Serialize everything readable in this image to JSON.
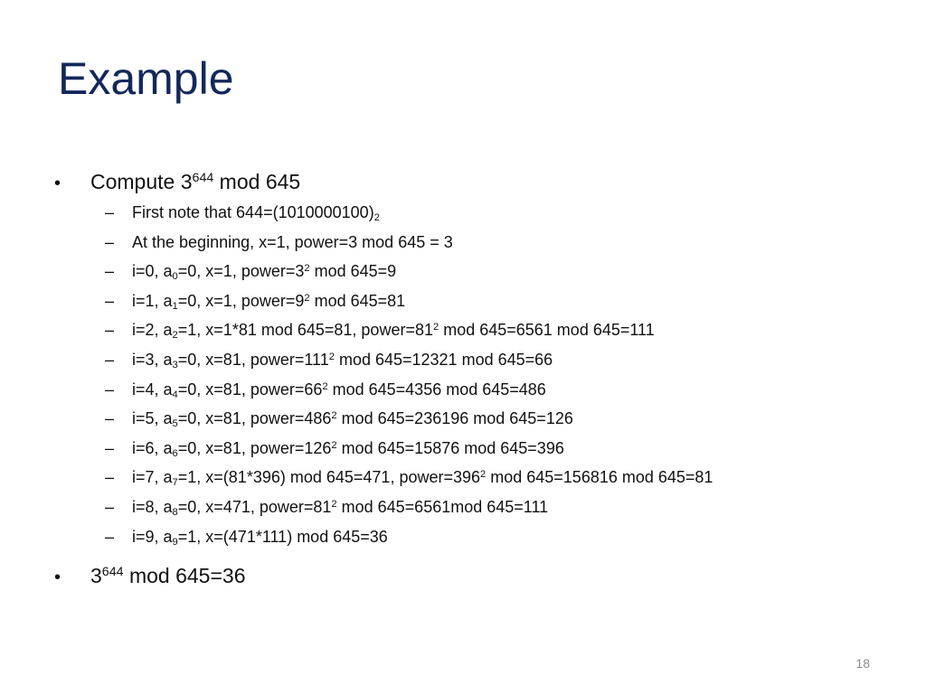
{
  "title": "Example",
  "bullet1": {
    "symbol": "•",
    "pre": "Compute 3",
    "sup": "644",
    "post": " mod 645"
  },
  "sub_items": [
    {
      "dash": "–",
      "segments": [
        {
          "t": "text",
          "v": "First note that 644=(1010000100)"
        },
        {
          "t": "sub",
          "v": "2"
        }
      ]
    },
    {
      "dash": "–",
      "segments": [
        {
          "t": "text",
          "v": "At the beginning, x=1, power=3 mod 645 = 3"
        }
      ]
    },
    {
      "dash": "–",
      "segments": [
        {
          "t": "text",
          "v": "i=0, a"
        },
        {
          "t": "sub",
          "v": "0"
        },
        {
          "t": "text",
          "v": "=0, x=1, power=3"
        },
        {
          "t": "sup",
          "v": "2"
        },
        {
          "t": "text",
          "v": " mod 645=9"
        }
      ]
    },
    {
      "dash": "–",
      "segments": [
        {
          "t": "text",
          "v": "i=1, a"
        },
        {
          "t": "sub",
          "v": "1"
        },
        {
          "t": "text",
          "v": "=0, x=1, power=9"
        },
        {
          "t": "sup",
          "v": "2"
        },
        {
          "t": "text",
          "v": " mod 645=81"
        }
      ]
    },
    {
      "dash": "–",
      "segments": [
        {
          "t": "text",
          "v": "i=2, a"
        },
        {
          "t": "sub",
          "v": "2"
        },
        {
          "t": "text",
          "v": "=1, x=1*81 mod 645=81, power=81"
        },
        {
          "t": "sup",
          "v": "2"
        },
        {
          "t": "text",
          "v": " mod 645=6561 mod 645=111"
        }
      ]
    },
    {
      "dash": "–",
      "segments": [
        {
          "t": "text",
          "v": "i=3, a"
        },
        {
          "t": "sub",
          "v": "3"
        },
        {
          "t": "text",
          "v": "=0, x=81, power=111"
        },
        {
          "t": "sup",
          "v": "2"
        },
        {
          "t": "text",
          "v": " mod 645=12321 mod 645=66"
        }
      ]
    },
    {
      "dash": "–",
      "segments": [
        {
          "t": "text",
          "v": "i=4, a"
        },
        {
          "t": "sub",
          "v": "4"
        },
        {
          "t": "text",
          "v": "=0, x=81, power=66"
        },
        {
          "t": "sup",
          "v": "2"
        },
        {
          "t": "text",
          "v": " mod 645=4356 mod 645=486"
        }
      ]
    },
    {
      "dash": "–",
      "segments": [
        {
          "t": "text",
          "v": "i=5, a"
        },
        {
          "t": "sub",
          "v": "5"
        },
        {
          "t": "text",
          "v": "=0, x=81, power=486"
        },
        {
          "t": "sup",
          "v": "2"
        },
        {
          "t": "text",
          "v": " mod 645=236196 mod 645=126"
        }
      ]
    },
    {
      "dash": "–",
      "segments": [
        {
          "t": "text",
          "v": "i=6, a"
        },
        {
          "t": "sub",
          "v": "6"
        },
        {
          "t": "text",
          "v": "=0, x=81, power=126"
        },
        {
          "t": "sup",
          "v": "2"
        },
        {
          "t": "text",
          "v": " mod 645=15876 mod 645=396"
        }
      ]
    },
    {
      "dash": "–",
      "segments": [
        {
          "t": "text",
          "v": "i=7, a"
        },
        {
          "t": "sub",
          "v": "7"
        },
        {
          "t": "text",
          "v": "=1, x=(81*396) mod 645=471, power=396"
        },
        {
          "t": "sup",
          "v": "2"
        },
        {
          "t": "text",
          "v": " mod 645=156816 mod 645=81"
        }
      ]
    },
    {
      "dash": "–",
      "segments": [
        {
          "t": "text",
          "v": "i=8, a"
        },
        {
          "t": "sub",
          "v": "8"
        },
        {
          "t": "text",
          "v": "=0, x=471, power=81"
        },
        {
          "t": "sup",
          "v": "2"
        },
        {
          "t": "text",
          "v": " mod 645=6561mod 645=111"
        }
      ]
    },
    {
      "dash": "–",
      "segments": [
        {
          "t": "text",
          "v": "i=9, a"
        },
        {
          "t": "sub",
          "v": "9"
        },
        {
          "t": "text",
          "v": "=1, x=(471*111) mod 645=36"
        }
      ]
    }
  ],
  "bullet2": {
    "symbol": "•",
    "pre": "3",
    "sup": "644",
    "post": " mod 645=36"
  },
  "page_number": "18",
  "colors": {
    "title": "#13285a",
    "text": "#111111",
    "page_number": "#8a8a8a"
  }
}
